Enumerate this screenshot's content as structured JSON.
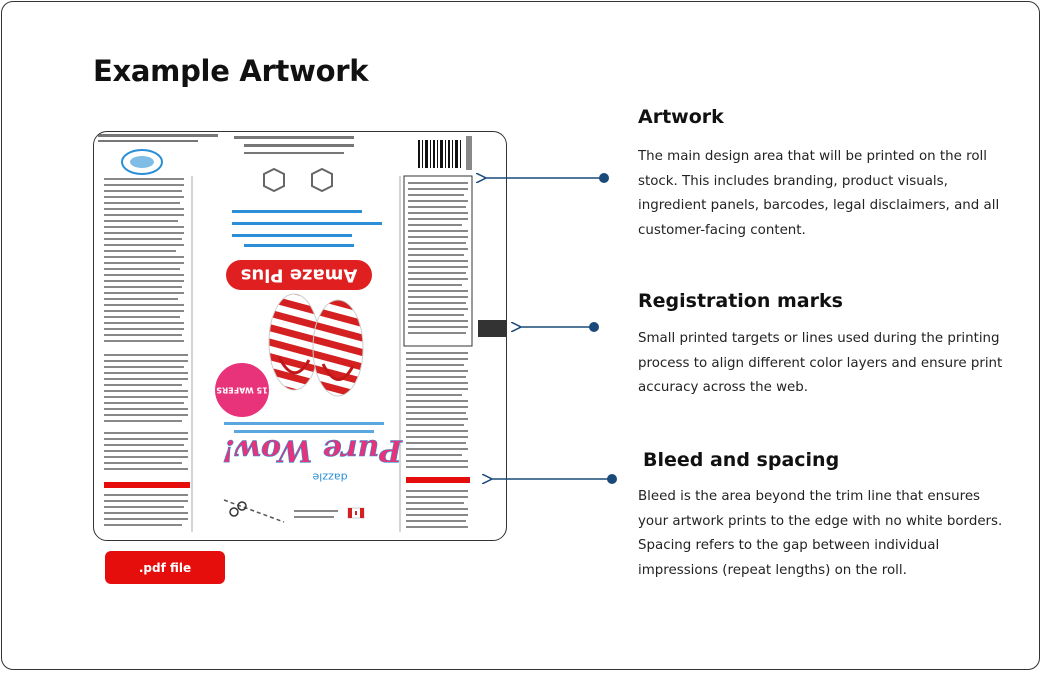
{
  "page": {
    "title": "Example Artwork"
  },
  "artwork_image": {
    "brand_top": "Amaze Plus",
    "brand_bottom": "Pure Wow!",
    "brand_bottom_small": "dazzle",
    "sticker": "15 WAFERS",
    "file_label": ".pdf file"
  },
  "sections": [
    {
      "title": "Artwork",
      "body": "The main design area that will be printed on the roll stock. This includes branding, product visuals, ingredient panels, barcodes, legal disclaimers, and all customer-facing content."
    },
    {
      "title": "Registration marks",
      "body": "Small printed targets or lines used during the printing process to align different color layers and ensure print accuracy across the web."
    },
    {
      "title": "Bleed and spacing",
      "body": "Bleed is the area beyond the trim line that ensures your artwork prints to the edge with no white borders. Spacing refers to the gap between individual impressions (repeat lengths) on the roll."
    }
  ],
  "colors": {
    "accent_red": "#e60d0d",
    "arrow_blue": "#1a4a7a",
    "blue_text": "#2a8fd6",
    "pink": "#e8327a"
  }
}
